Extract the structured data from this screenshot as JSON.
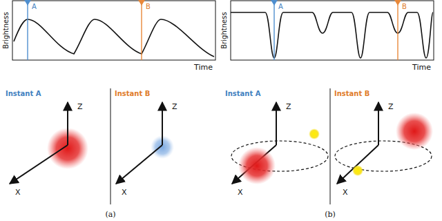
{
  "diagram": {
    "labels": [
      "A",
      "B",
      "Brightness",
      "Time",
      "Instant A",
      "Instant B",
      "Z",
      "X",
      "Z",
      "X",
      "A",
      "B",
      "Brightness",
      "Time",
      "Instant A",
      "Instant B",
      "Z",
      "X",
      "Z",
      "X",
      "(a)",
      "(b)"
    ]
  }
}
